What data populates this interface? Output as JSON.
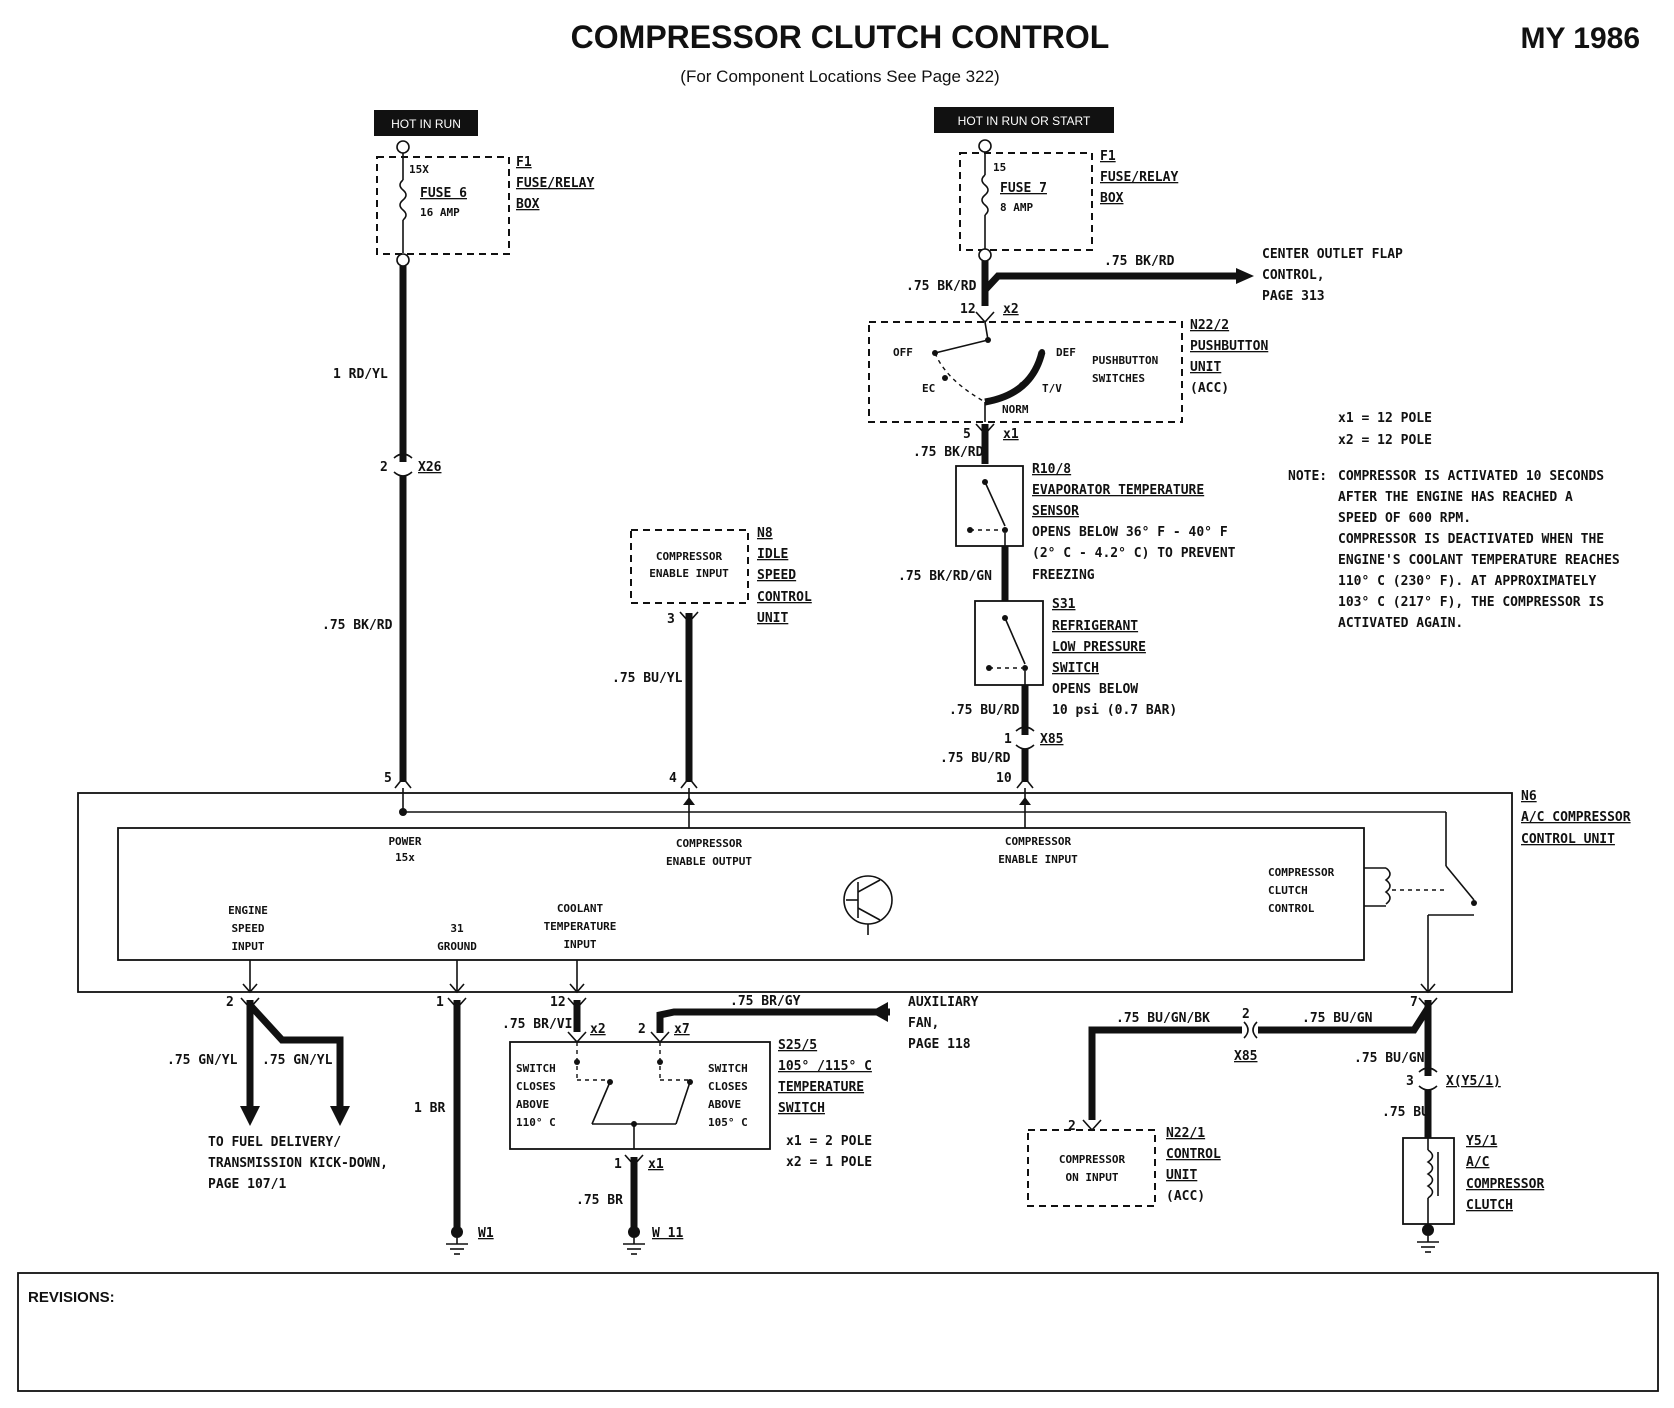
{
  "header": {
    "title": "COMPRESSOR CLUTCH CONTROL",
    "model_year": "MY 1986",
    "subtitle": "(For Component Locations See Page 322)"
  },
  "hot_labels": {
    "left": "HOT IN RUN",
    "right": "HOT IN RUN OR START"
  },
  "fuse_left": {
    "pin": "15X",
    "name": "FUSE 6",
    "rating": "16 AMP",
    "ref": "F1",
    "desc1": "FUSE/RELAY",
    "desc2": "BOX"
  },
  "fuse_right": {
    "pin": "15",
    "name": "FUSE 7",
    "rating": "8 AMP",
    "ref": "F1",
    "desc1": "FUSE/RELAY",
    "desc2": "BOX"
  },
  "left_wire": {
    "upper": "1 RD/YL",
    "conn_pin": "2",
    "conn": "X26",
    "lower": ".75 BK/RD",
    "unit_pin": "5"
  },
  "right_upper": {
    "wire_up": ".75 BK/RD",
    "branch_wire": ".75 BK/RD",
    "branch_dest1": "CENTER OUTLET FLAP",
    "branch_dest2": "CONTROL,",
    "branch_dest3": "PAGE 313",
    "pin_12": "12",
    "x2": "x2"
  },
  "pushbutton": {
    "ref": "N22/2",
    "line1": "PUSHBUTTON",
    "line2": "UNIT",
    "line3": "(ACC)",
    "inner1": "PUSHBUTTON",
    "inner2": "SWITCHES",
    "off": "OFF",
    "def": "DEF",
    "ec": "EC",
    "tv": "T/V",
    "norm": "NORM",
    "pin5": "5",
    "x1": "x1",
    "wire": ".75 BK/RD"
  },
  "pole_notes": {
    "x1": "x1 = 12 POLE",
    "x2": "x2 = 12 POLE"
  },
  "note": {
    "label": "NOTE:",
    "lines": [
      "COMPRESSOR IS ACTIVATED 10 SECONDS",
      "AFTER THE ENGINE HAS REACHED A",
      "SPEED OF 600 RPM.",
      "COMPRESSOR IS DEACTIVATED WHEN THE",
      "ENGINE'S COOLANT TEMPERATURE REACHES",
      "110° C (230° F). AT APPROXIMATELY",
      "103° C (217° F), THE COMPRESSOR IS",
      "ACTIVATED AGAIN."
    ]
  },
  "evap_sensor": {
    "ref": "R10/8",
    "line1": "EVAPORATOR TEMPERATURE",
    "line2": "SENSOR",
    "line3": "OPENS BELOW 36° F - 40° F",
    "line4": "(2° C - 4.2° C) TO PREVENT",
    "line5": "FREEZING",
    "wire": ".75 BK/RD/GN"
  },
  "lp_switch": {
    "ref": "S31",
    "line1": "REFRIGERANT",
    "line2": "LOW PRESSURE",
    "line3": "SWITCH",
    "line4": "OPENS BELOW",
    "line5": "10 psi (0.7 BAR)",
    "wire": ".75 BU/RD",
    "conn_pin": "1",
    "conn": "X85",
    "wire2": ".75 BU/RD",
    "unit_pin": "10"
  },
  "idle_unit": {
    "inner1": "COMPRESSOR",
    "inner2": "ENABLE INPUT",
    "ref": "N8",
    "line1": "IDLE",
    "line2": "SPEED",
    "line3": "CONTROL",
    "line4": "UNIT",
    "pin": "3",
    "wire": ".75 BU/YL",
    "unit_pin": "4"
  },
  "control_unit": {
    "ref": "N6",
    "line1": "A/C COMPRESSOR",
    "line2": "CONTROL UNIT",
    "power1": "POWER",
    "power2": "15x",
    "ceo1": "COMPRESSOR",
    "ceo2": "ENABLE OUTPUT",
    "cei1": "COMPRESSOR",
    "cei2": "ENABLE INPUT",
    "esi1": "ENGINE",
    "esi2": "SPEED",
    "esi3": "INPUT",
    "gnd1": "31",
    "gnd2": "GROUND",
    "cti1": "COOLANT",
    "cti2": "TEMPERATURE",
    "cti3": "INPUT",
    "ccc1": "COMPRESSOR",
    "ccc2": "CLUTCH",
    "ccc3": "CONTROL"
  },
  "bottom_left": {
    "pin": "2",
    "wire_a": ".75 GN/YL",
    "wire_b": ".75 GN/YL",
    "dest1": "TO FUEL DELIVERY/",
    "dest2": "TRANSMISSION KICK-DOWN,",
    "dest3": "PAGE 107/1"
  },
  "ground_main": {
    "pin": "1",
    "wire": "1 BR",
    "ground": "W1"
  },
  "temp_switch": {
    "pin12": "12",
    "wire_a": ".75 BR/VI",
    "x2": "x2",
    "pin2": "2",
    "x7": "x7",
    "aux_wire": ".75 BR/GY",
    "aux1": "AUXILIARY",
    "aux2": "FAN,",
    "aux3": "PAGE 118",
    "left1": "SWITCH",
    "left2": "CLOSES",
    "left3": "ABOVE",
    "left4": "110° C",
    "right1": "SWITCH",
    "right2": "CLOSES",
    "right3": "ABOVE",
    "right4": "105° C",
    "ref": "S25/5",
    "line1": "105° /115° C",
    "line2": "TEMPERATURE",
    "line3": "SWITCH",
    "pole1": "x1 = 2 POLE",
    "pole2": "x2 = 1 POLE",
    "pin1": "1",
    "x1": "x1",
    "wire_b": ".75 BR",
    "ground": "W 11"
  },
  "clutch_side": {
    "pin7": "7",
    "wire_bu_gn": ".75 BU/GN",
    "pin2": "2",
    "conn": "X85",
    "wire_bk": ".75 BU/GN/BK",
    "ctrl_pin": "2",
    "ctrl_inner1": "COMPRESSOR",
    "ctrl_inner2": "ON INPUT",
    "ctrl_ref": "N22/1",
    "ctrl_line1": "CONTROL",
    "ctrl_line2": "UNIT",
    "ctrl_line3": "(ACC)",
    "wire_bu_gn2": ".75 BU/GN",
    "pin3": "3",
    "conn2": "X(Y5/1)",
    "wire_bu": ".75 BU",
    "clutch_ref": "Y5/1",
    "clutch1": "A/C",
    "clutch2": "COMPRESSOR",
    "clutch3": "CLUTCH"
  },
  "revisions": {
    "label": "REVISIONS:"
  }
}
